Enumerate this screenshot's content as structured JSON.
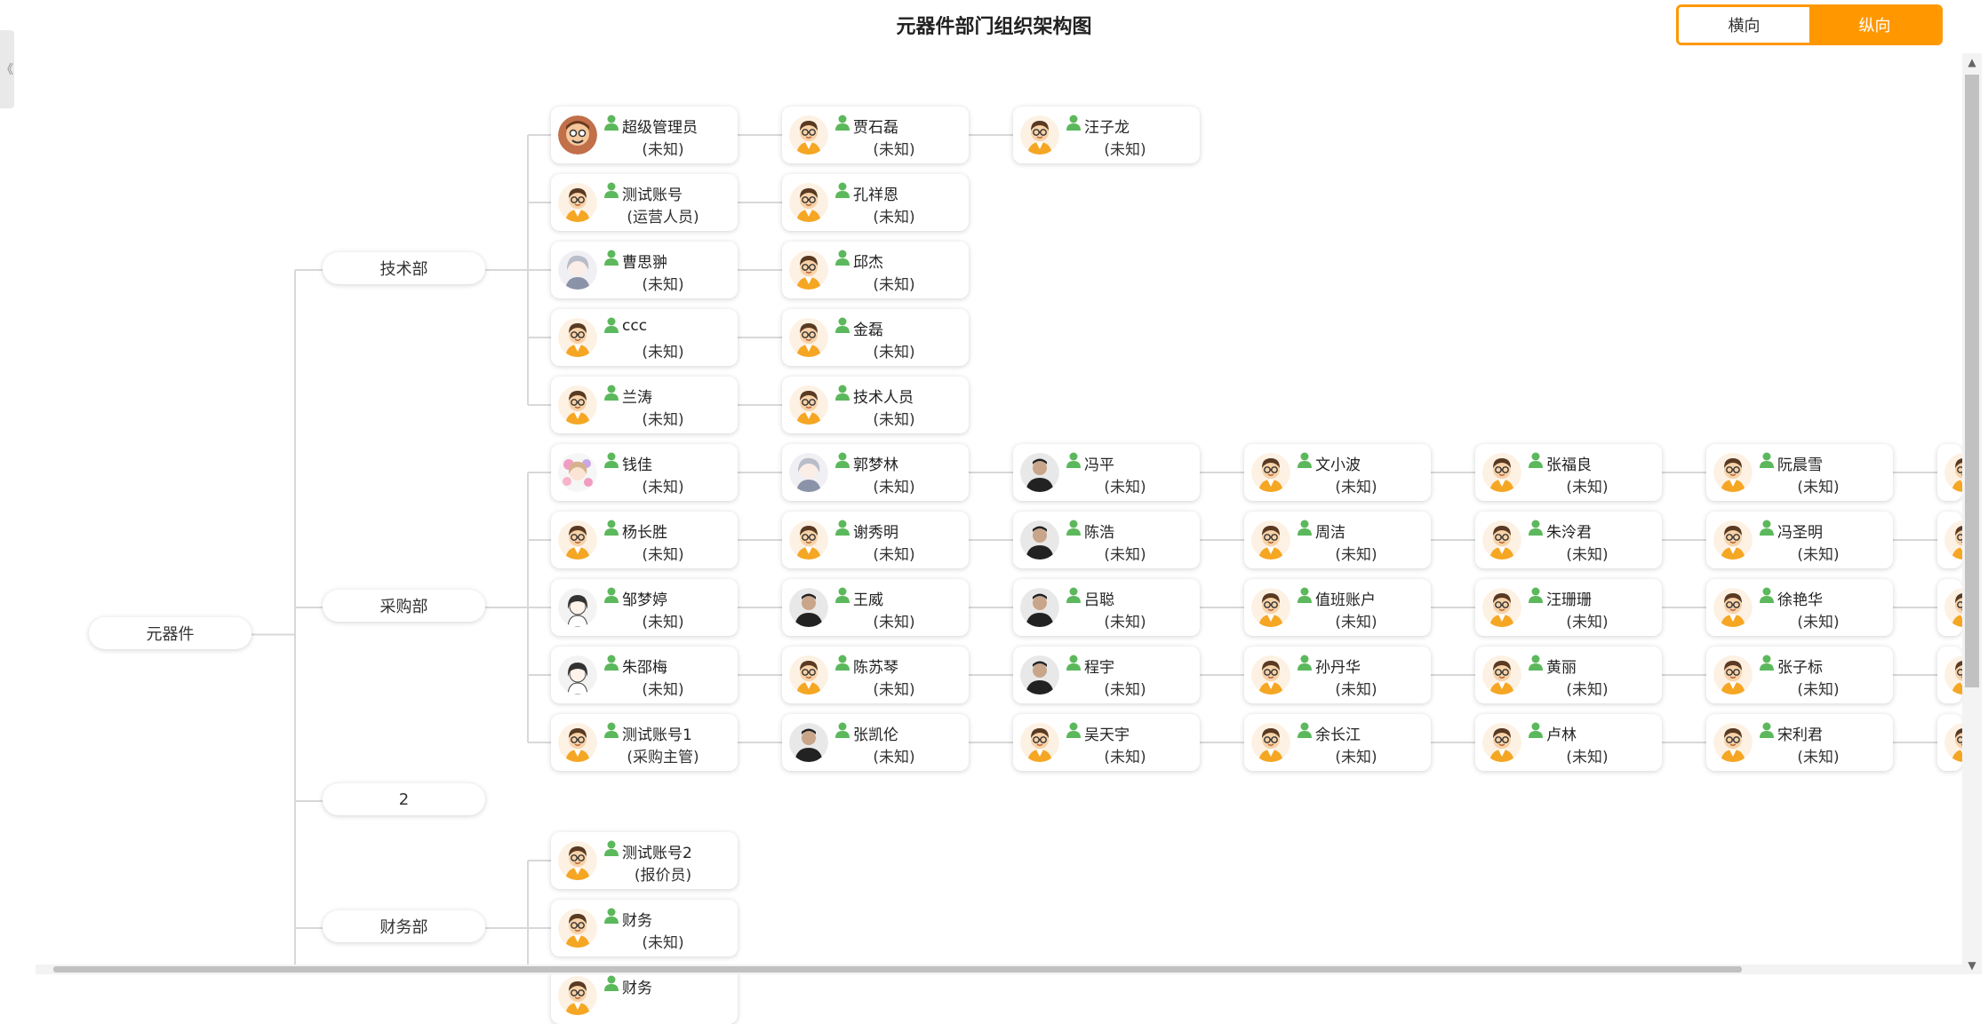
{
  "title": "元器件部门组织架构图",
  "toggle": {
    "horizontal": "横向",
    "vertical": "纵向",
    "active": "vertical"
  },
  "side_tab_glyph": "《",
  "colors": {
    "accent": "#ff9800",
    "person_icon": "#5cb85c",
    "line": "#d8d8d8"
  },
  "root": "元器件",
  "departments": [
    {
      "name": "技术部",
      "members": [
        [
          {
            "name": "超级管理员",
            "role": "(未知)",
            "avatar": "admin-avatar"
          },
          {
            "name": "贾石磊",
            "role": "(未知)",
            "avatar": "default-avatar"
          },
          {
            "name": "汪子龙",
            "role": "(未知)",
            "avatar": "default-avatar"
          }
        ],
        [
          {
            "name": "测试账号",
            "role": "(运营人员)",
            "avatar": "default-avatar"
          },
          {
            "name": "孔祥恩",
            "role": "(未知)",
            "avatar": "default-avatar"
          }
        ],
        [
          {
            "name": "曹思翀",
            "role": "(未知)",
            "avatar": "anime-avatar"
          },
          {
            "name": "邱杰",
            "role": "(未知)",
            "avatar": "default-avatar"
          }
        ],
        [
          {
            "name": "ccc",
            "role": "(未知)",
            "avatar": "default-avatar"
          },
          {
            "name": "金磊",
            "role": "(未知)",
            "avatar": "default-avatar"
          }
        ],
        [
          {
            "name": "兰涛",
            "role": "(未知)",
            "avatar": "default-avatar"
          },
          {
            "name": "技术人员",
            "role": "(未知)",
            "avatar": "default-avatar"
          }
        ]
      ]
    },
    {
      "name": "采购部",
      "members": [
        [
          {
            "name": "钱佳",
            "role": "(未知)",
            "avatar": "flower-avatar"
          },
          {
            "name": "郭梦林",
            "role": "(未知)",
            "avatar": "sketch-avatar"
          },
          {
            "name": "冯平",
            "role": "(未知)",
            "avatar": "photo-avatar"
          },
          {
            "name": "文小波",
            "role": "(未知)",
            "avatar": "default-avatar"
          },
          {
            "name": "张福良",
            "role": "(未知)",
            "avatar": "default-avatar"
          },
          {
            "name": "阮晨雪",
            "role": "(未知)",
            "avatar": "default-avatar"
          },
          {
            "name": "",
            "role": "",
            "avatar": "default-avatar"
          }
        ],
        [
          {
            "name": "杨长胜",
            "role": "(未知)",
            "avatar": "default-avatar"
          },
          {
            "name": "谢秀明",
            "role": "(未知)",
            "avatar": "default-avatar"
          },
          {
            "name": "陈浩",
            "role": "(未知)",
            "avatar": "photo-avatar"
          },
          {
            "name": "周洁",
            "role": "(未知)",
            "avatar": "default-avatar"
          },
          {
            "name": "朱泠君",
            "role": "(未知)",
            "avatar": "default-avatar"
          },
          {
            "name": "冯圣明",
            "role": "(未知)",
            "avatar": "default-avatar"
          },
          {
            "name": "",
            "role": "",
            "avatar": "default-avatar"
          }
        ],
        [
          {
            "name": "邹梦婷",
            "role": "(未知)",
            "avatar": "drawn-girl-avatar"
          },
          {
            "name": "王威",
            "role": "(未知)",
            "avatar": "photo-avatar"
          },
          {
            "name": "吕聪",
            "role": "(未知)",
            "avatar": "photo-avatar"
          },
          {
            "name": "值班账户",
            "role": "(未知)",
            "avatar": "default-avatar"
          },
          {
            "name": "汪珊珊",
            "role": "(未知)",
            "avatar": "default-avatar"
          },
          {
            "name": "徐艳华",
            "role": "(未知)",
            "avatar": "default-avatar"
          },
          {
            "name": "",
            "role": "",
            "avatar": "default-avatar"
          }
        ],
        [
          {
            "name": "朱邵梅",
            "role": "(未知)",
            "avatar": "drawn-girl-avatar"
          },
          {
            "name": "陈苏琴",
            "role": "(未知)",
            "avatar": "default-avatar"
          },
          {
            "name": "程宇",
            "role": "(未知)",
            "avatar": "photo-avatar"
          },
          {
            "name": "孙丹华",
            "role": "(未知)",
            "avatar": "default-avatar"
          },
          {
            "name": "黄丽",
            "role": "(未知)",
            "avatar": "default-avatar"
          },
          {
            "name": "张子标",
            "role": "(未知)",
            "avatar": "default-avatar"
          },
          {
            "name": "",
            "role": "",
            "avatar": "default-avatar"
          }
        ],
        [
          {
            "name": "测试账号1",
            "role": "(采购主管)",
            "avatar": "default-avatar"
          },
          {
            "name": "张凯伦",
            "role": "(未知)",
            "avatar": "photo-avatar"
          },
          {
            "name": "吴天宇",
            "role": "(未知)",
            "avatar": "default-avatar"
          },
          {
            "name": "余长江",
            "role": "(未知)",
            "avatar": "default-avatar"
          },
          {
            "name": "卢林",
            "role": "(未知)",
            "avatar": "default-avatar"
          },
          {
            "name": "宋利君",
            "role": "(未知)",
            "avatar": "default-avatar"
          },
          {
            "name": "",
            "role": "",
            "avatar": "default-avatar"
          }
        ]
      ]
    },
    {
      "name": "2",
      "members": []
    },
    {
      "name": "财务部",
      "members": [
        [
          {
            "name": "测试账号2",
            "role": "(报价员)",
            "avatar": "default-avatar"
          }
        ],
        [
          {
            "name": "财务",
            "role": "(未知)",
            "avatar": "default-avatar"
          }
        ],
        [
          {
            "name": "财务",
            "role": "",
            "avatar": "default-avatar"
          }
        ]
      ]
    }
  ]
}
